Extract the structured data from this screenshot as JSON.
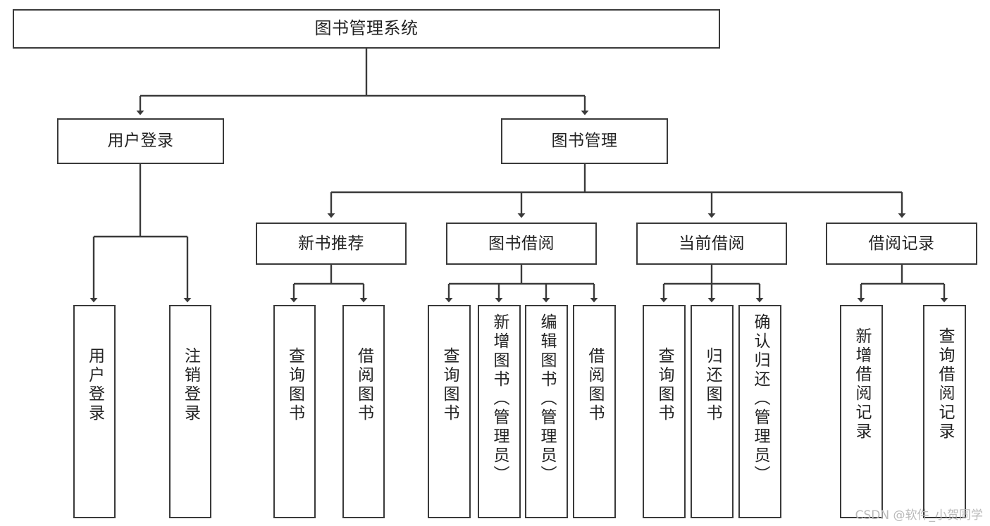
{
  "diagram": {
    "type": "tree",
    "title": "图书管理系统",
    "root": {
      "id": "root",
      "label": "图书管理系统"
    },
    "level1": [
      {
        "id": "user-login",
        "label": "用户登录"
      },
      {
        "id": "book-manage",
        "label": "图书管理"
      }
    ],
    "level2": [
      {
        "id": "new-book-recommend",
        "label": "新书推荐",
        "parent": "book-manage"
      },
      {
        "id": "book-borrow",
        "label": "图书借阅",
        "parent": "book-manage"
      },
      {
        "id": "current-borrow",
        "label": "当前借阅",
        "parent": "book-manage"
      },
      {
        "id": "borrow-record",
        "label": "借阅记录",
        "parent": "book-manage"
      }
    ],
    "leaves": [
      {
        "id": "leaf-user-login",
        "label": "用户登录",
        "parent": "user-login"
      },
      {
        "id": "leaf-logout-login",
        "label": "注销登录",
        "parent": "user-login"
      },
      {
        "id": "leaf-query-book-1",
        "label": "查询图书",
        "parent": "new-book-recommend"
      },
      {
        "id": "leaf-borrow-book-1",
        "label": "借阅图书",
        "parent": "new-book-recommend"
      },
      {
        "id": "leaf-query-book-2",
        "label": "查询图书",
        "parent": "book-borrow"
      },
      {
        "id": "leaf-add-book",
        "label": "新增图书（管理员）",
        "parent": "book-borrow"
      },
      {
        "id": "leaf-edit-book",
        "label": "编辑图书（管理员）",
        "parent": "book-borrow"
      },
      {
        "id": "leaf-borrow-book-2",
        "label": "借阅图书",
        "parent": "book-borrow"
      },
      {
        "id": "leaf-query-book-3",
        "label": "查询图书",
        "parent": "current-borrow"
      },
      {
        "id": "leaf-return-book",
        "label": "归还图书",
        "parent": "current-borrow"
      },
      {
        "id": "leaf-confirm-return",
        "label": "确认归还（管理员）",
        "parent": "current-borrow"
      },
      {
        "id": "leaf-add-record",
        "label": "新增借阅记录",
        "parent": "borrow-record"
      },
      {
        "id": "leaf-query-record",
        "label": "查询借阅记录",
        "parent": "borrow-record"
      }
    ]
  },
  "watermark": {
    "text": "CSDN @软件_小贺同学"
  },
  "colors": {
    "stroke": "#3a3a3a",
    "text": "#232323",
    "background": "#ffffff",
    "watermark": "#b9b9b9"
  }
}
